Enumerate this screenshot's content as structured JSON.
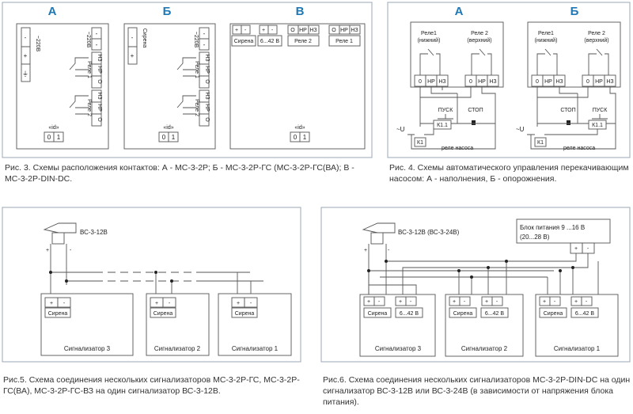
{
  "fig3": {
    "caption": "Рис. 3. Схемы расположения контактов: А - МС-3-2Р; Б - МС-3-2Р-ГС (МС-3-2Р-ГС(ВА); В - МС-3-2Р-DIN-DC.",
    "panel_labels": [
      "А",
      "Б",
      "В"
    ],
    "supply": "~220В",
    "minus": "-",
    "plus": "+",
    "ground": "⏚",
    "siren": "Сирена",
    "relay1": "Реле 1",
    "relay2": "Реле 2",
    "nz": "НЗ",
    "nr": "НР",
    "zero": "О",
    "voltage": "6...42 В",
    "id_label": "«id»",
    "id_0": "0",
    "id_1": "1"
  },
  "fig4": {
    "caption": "Рис. 4. Схемы автоматического управления перекачивающим насосом: А - наполнения, Б - опорожнения.",
    "panel_labels": [
      "А",
      "Б"
    ],
    "relay1": "Реле1",
    "relay1_sub": "(нижний)",
    "relay2": "Реле 2",
    "relay2_sub": "(верхний)",
    "term_0": "0",
    "term_nr": "НР",
    "term_nz": "НЗ",
    "start": "ПУСК",
    "stop": "СТОП",
    "k11": "К1.1",
    "k1": "К1",
    "supply": "~U",
    "pump_relay": "реле насоса"
  },
  "fig5": {
    "caption": "Рис.5. Схема соединения нескольких сигнализаторов МС-3-2Р-ГС, МС-3-2Р-ГС(ВА), МС-3-2Р-ГС-ВЗ на один сигнализатор ВС-3-12В.",
    "siren_model": "ВС-3-12В",
    "plus": "+",
    "minus": "-",
    "siren": "Сирена",
    "signalers": [
      "Сигнализатор 3",
      "Сигнализатор 2",
      "Сигнализатор 1"
    ]
  },
  "fig6": {
    "caption": "Рис.6. Схема соединения нескольких сигнализаторов МС-3-2Р-DIN-DC на один сигнализатор ВС-3-12В или ВС-3-24В (в зависимости от напряжения блока питания).",
    "siren_model": "ВС-3-12В (ВС-3-24В)",
    "psu_line1": "Блок питания 9 ...16 В",
    "psu_line2": "(20...28 В)",
    "plus": "+",
    "minus": "-",
    "siren": "Сирена",
    "voltage": "6...42 В",
    "signalers": [
      "Сигнализатор 3",
      "Сигнализатор 2",
      "Сигнализатор 1"
    ]
  }
}
